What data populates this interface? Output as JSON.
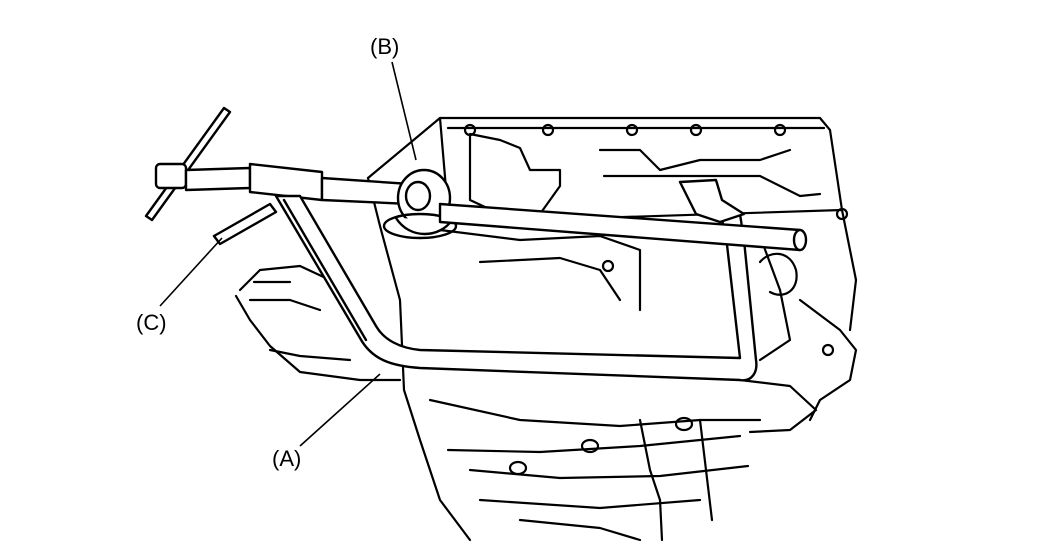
{
  "callouts": {
    "a": "(A)",
    "b": "(B)",
    "c": "(C)"
  },
  "icons": {
    "tool": "c-frame-puller-tool",
    "housing": "transmission-case-housing"
  }
}
